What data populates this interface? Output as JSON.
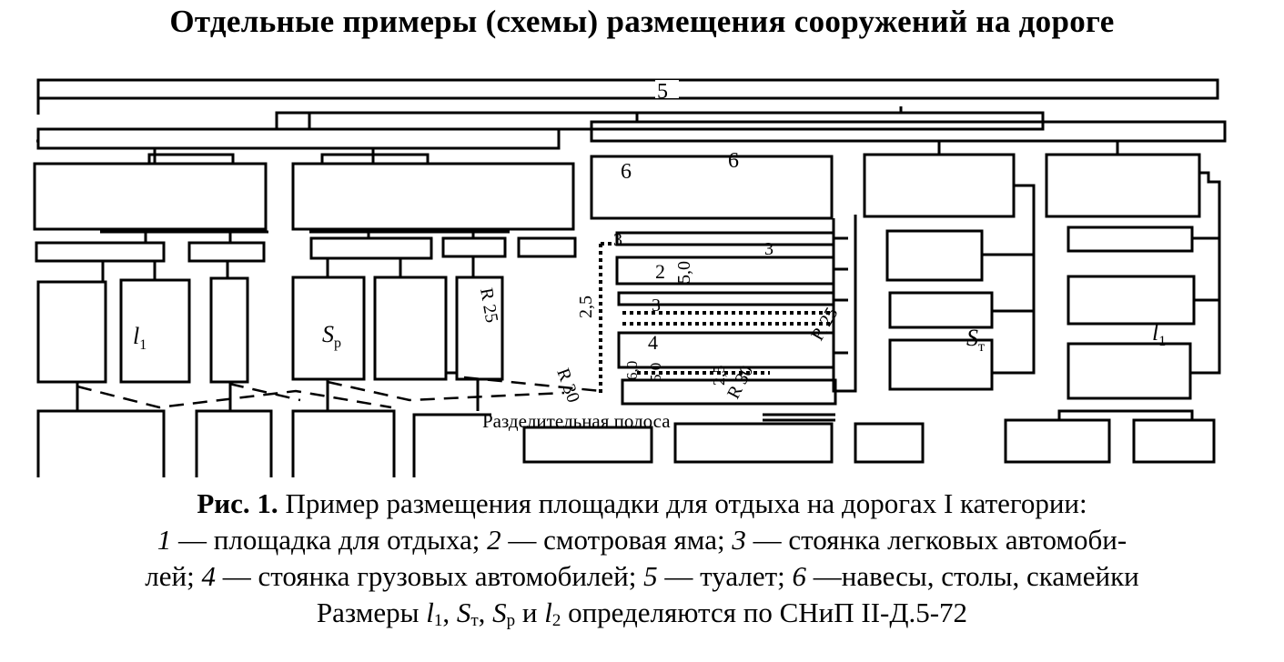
{
  "title": "Отдельные примеры (схемы) размещения сооружений на дороге",
  "diagram": {
    "labels": {
      "five": "5",
      "six_a": "6",
      "six_b": "6",
      "three_a": "3",
      "three_b": "3",
      "three_c": "3",
      "two": "2",
      "four": "4",
      "dim_5_0_a": "5,0",
      "dim_5_0_b": "5,0",
      "dim_6_0": "6,0",
      "dim_2_5_a": "2,5",
      "dim_2_5_b": "2,5",
      "r25_a": "R 25",
      "r25_b": "R 25",
      "r30_a": "R 30",
      "r30_b": "R 30",
      "l1_a": "l",
      "l1_a_sub": "1",
      "l1_b": "l",
      "l1_b_sub": "1",
      "sp": "S",
      "sp_sub": "р",
      "st": "S",
      "st_sub": "т",
      "median": "Разделительная полоса"
    }
  },
  "caption": {
    "fig_num": "Рис. 1.",
    "line1": " Пример размещения площадки для отдыха на дорогах I категории:",
    "n1": "1",
    "t1": " — площадка для отдыха; ",
    "n2": "2",
    "t2": " — смотровая яма; ",
    "n3": "3",
    "t3": " — стоянка легковых автомоби-",
    "t3b": "лей; ",
    "n4": "4",
    "t4": " — стоянка грузовых автомобилей; ",
    "n5": "5",
    "t5": " — туалет; ",
    "n6": "6",
    "t6": " —навесы, столы, скамейки",
    "sizes_prefix": "Размеры ",
    "l": "l",
    "sub1": "1",
    "comma1": ", ",
    "S": "S",
    "sub_t": "т",
    "comma2": ", ",
    "sub_p": "р",
    "and": " и ",
    "sub2": "2",
    "sizes_suffix": " определяются по СНиП II-Д.5-72"
  }
}
